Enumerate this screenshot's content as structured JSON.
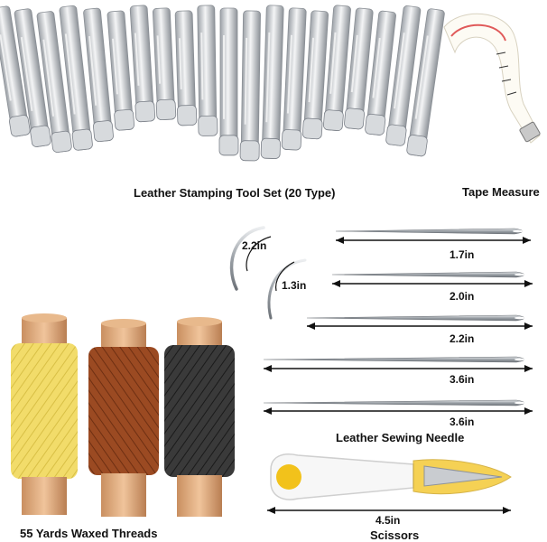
{
  "labels": {
    "stamping": "Leather Stamping Tool Set (20 Type)",
    "tape": "Tape Measure",
    "threads": "55 Yards Waxed Threads",
    "needles": "Leather Sewing Needle",
    "scissors": "Scissors"
  },
  "dimensions": {
    "curved_large": "2.2in",
    "curved_small": "1.3in",
    "needle_1": "1.7in",
    "needle_2": "2.0in",
    "needle_3": "2.2in",
    "needle_4": "3.6in",
    "needle_5": "3.6in",
    "scissors": "4.5in"
  },
  "colors": {
    "thread_yellow": "#f2dc6a",
    "thread_brown": "#9b4a22",
    "thread_black": "#2b2b2b",
    "core": "#d9a57a",
    "scissors_accent": "#f2c21b",
    "steel": "#c9ccd0"
  }
}
